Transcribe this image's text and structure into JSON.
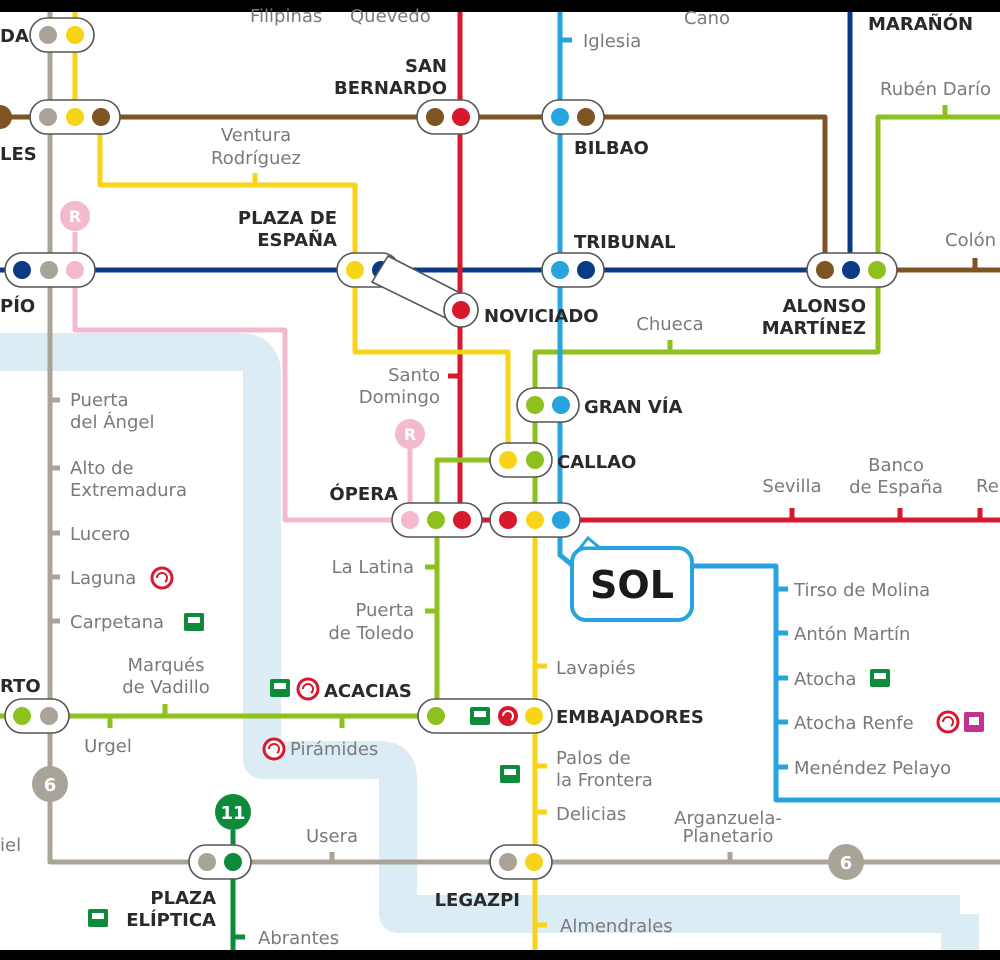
{
  "colors": {
    "line1": "#27a4dd",
    "line2": "#d7192d",
    "line3": "#f7d417",
    "line4": "#7e5423",
    "line5": "#8ec11d",
    "line6": "#a9a497",
    "line10": "#0b3b85",
    "line11": "#0e8b3a",
    "ramal": "#f3b9cf",
    "river": "#dcecf5"
  },
  "stations": {
    "sol": "SOL",
    "callao": "CALLAO",
    "gran_via": "GRAN VÍA",
    "opera": "ÓPERA",
    "noviciado": "NOVICIADO",
    "tribunal": "TRIBUNAL",
    "bilbao": "BILBAO",
    "san_bernardo_1": "SAN",
    "san_bernardo_2": "BERNARDO",
    "plaza_espana_1": "PLAZA DE",
    "plaza_espana_2": "ESPAÑA",
    "alonso_martinez_1": "ALONSO",
    "alonso_martinez_2": "MARTÍNEZ",
    "maranon": "MARAÑÓN",
    "embajadores": "EMBAJADORES",
    "acacias": "ACACIAS",
    "legazpi": "LEGAZPI",
    "plaza_eliptica_1": "PLAZA",
    "plaza_eliptica_2": "ELÍPTICA",
    "partial_da": "DA",
    "partial_les": "LES",
    "partial_pio": "PÍO",
    "partial_rto": "RTO",
    "ventura_1": "Ventura",
    "ventura_2": "Rodríguez",
    "chueca": "Chueca",
    "santo_domingo_1": "Santo",
    "santo_domingo_2": "Domingo",
    "sevilla": "Sevilla",
    "banco_1": "Banco",
    "banco_2": "de España",
    "partial_re": "Re",
    "tirso": "Tirso de Molina",
    "anton_martin": "Antón Martín",
    "atocha": "Atocha",
    "atocha_renfe": "Atocha Renfe",
    "menendez": "Menéndez Pelayo",
    "lavapies": "Lavapiés",
    "palos_1": "Palos de",
    "palos_2": "la Frontera",
    "delicias": "Delicias",
    "arganzuela_1": "Arganzuela-",
    "arganzuela_2": "Planetario",
    "almendrales": "Almendrales",
    "usera": "Usera",
    "abrantes": "Abrantes",
    "piramides": "Pirámides",
    "la_latina": "La Latina",
    "puerta_toledo_1": "Puerta",
    "puerta_toledo_2": "de Toledo",
    "marques_1": "Marqués",
    "marques_2": "de Vadillo",
    "urgel": "Urgel",
    "puerta_angel_1": "Puerta",
    "puerta_angel_2": "del Ángel",
    "alto_1": "Alto de",
    "alto_2": "Extremadura",
    "lucero": "Lucero",
    "laguna": "Laguna",
    "carpetana": "Carpetana",
    "partial_iel": "iel",
    "iglesia": "Iglesia",
    "partial_cano": "Cano",
    "filipinas": "Filipinas",
    "quevedo": "Quevedo",
    "ruben": "Rubén Darío",
    "colon": "Colón"
  },
  "badges": {
    "line11": "11",
    "line6_a": "6",
    "line6_b": "6",
    "ramal_a": "R",
    "ramal_b": "R"
  }
}
